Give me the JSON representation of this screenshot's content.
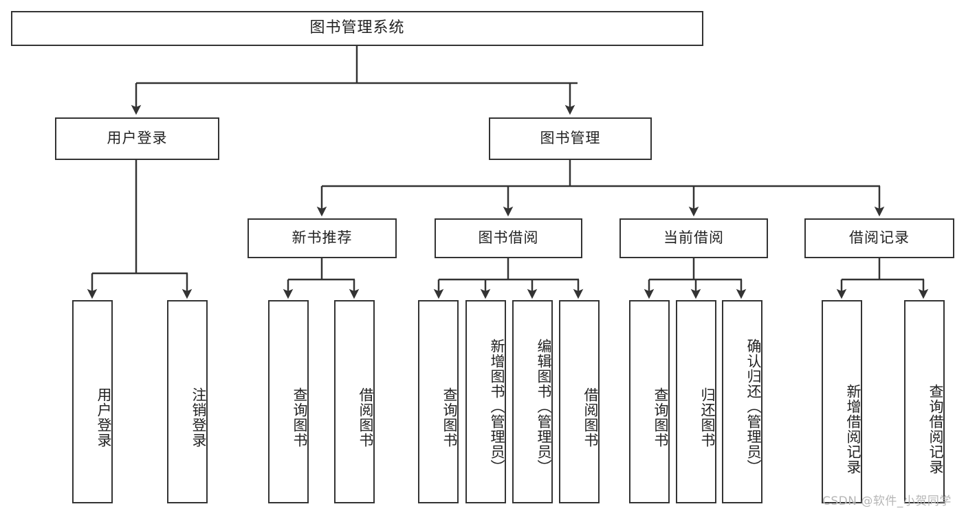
{
  "diagram": {
    "type": "tree",
    "title": "图书管理系统",
    "root": {
      "label": "图书管理系统"
    },
    "level2": [
      {
        "label": "用户登录"
      },
      {
        "label": "图书管理"
      }
    ],
    "level3": [
      {
        "label": "新书推荐"
      },
      {
        "label": "图书借阅"
      },
      {
        "label": "当前借阅"
      },
      {
        "label": "借阅记录"
      }
    ],
    "leaves": {
      "user_login": [
        {
          "label": "用户登录"
        },
        {
          "label": "注销登录"
        }
      ],
      "new_book_recommend": [
        {
          "label": "查询图书"
        },
        {
          "label": "借阅图书"
        }
      ],
      "book_borrow": [
        {
          "label": "查询图书"
        },
        {
          "label": "新增图书（管理员）"
        },
        {
          "label": "编辑图书（管理员）"
        },
        {
          "label": "借阅图书"
        }
      ],
      "current_borrow": [
        {
          "label": "查询图书"
        },
        {
          "label": "归还图书"
        },
        {
          "label": "确认归还（管理员）"
        }
      ],
      "borrow_record": [
        {
          "label": "新增借阅记录"
        },
        {
          "label": "查询借阅记录"
        }
      ]
    }
  },
  "watermark": {
    "text": "CSDN @软件_小贺同学"
  },
  "colors": {
    "stroke": "#333333",
    "text": "#222222",
    "background": "#ffffff",
    "watermark": "#b6b6b6"
  }
}
